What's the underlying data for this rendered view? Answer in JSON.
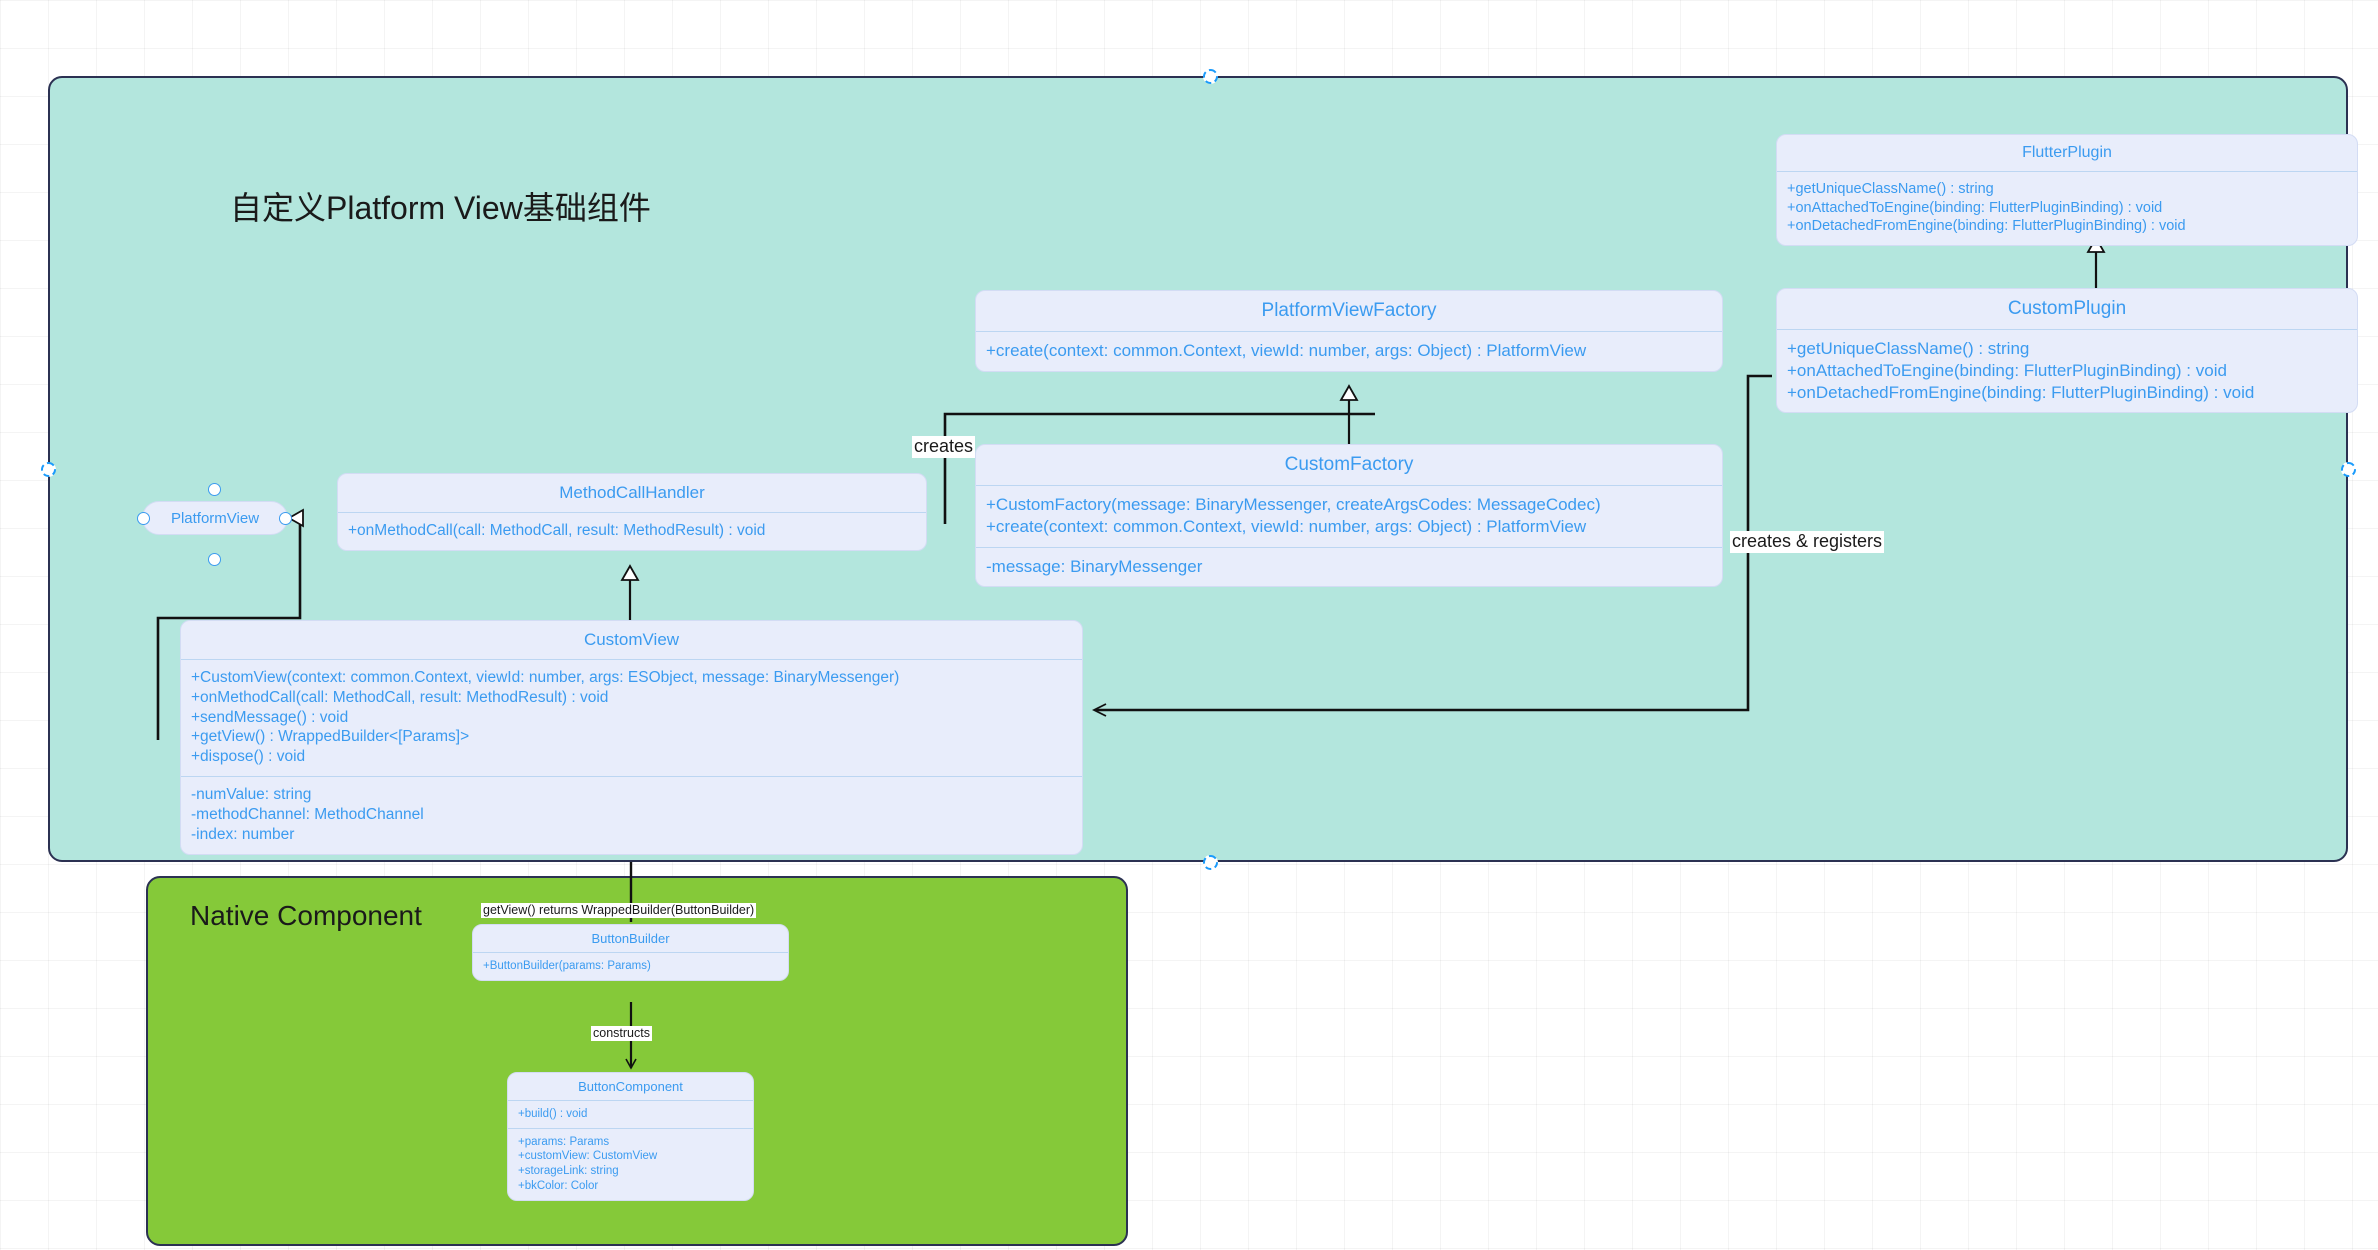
{
  "diagram": {
    "type": "uml-class-diagram",
    "containers": [
      {
        "name": "platform-view-container",
        "title": "自定义Platform  View基础组件",
        "color": "#b3e6dd",
        "border": "#2b3152",
        "selected": true
      },
      {
        "name": "native-component-container",
        "title": "Native Component",
        "color": "#85c939",
        "border": "#2b3152",
        "selected": false
      }
    ],
    "classes": {
      "flutter_plugin": {
        "title": "FlutterPlugin",
        "methods": [
          "+getUniqueClassName() : string",
          "+onAttachedToEngine(binding: FlutterPluginBinding) : void",
          "+onDetachedFromEngine(binding: FlutterPluginBinding) : void"
        ]
      },
      "custom_plugin": {
        "title": "CustomPlugin",
        "methods": [
          "+getUniqueClassName() : string",
          "+onAttachedToEngine(binding: FlutterPluginBinding) : void",
          "+onDetachedFromEngine(binding: FlutterPluginBinding) : void"
        ]
      },
      "platform_view_factory": {
        "title": "PlatformViewFactory",
        "methods": [
          "+create(context: common.Context, viewId: number, args: Object) : PlatformView"
        ]
      },
      "custom_factory": {
        "title": "CustomFactory",
        "methods": [
          "+CustomFactory(message: BinaryMessenger, createArgsCodes: MessageCodec)",
          "+create(context: common.Context, viewId: number, args: Object) : PlatformView"
        ],
        "fields": [
          "-message: BinaryMessenger"
        ]
      },
      "method_call_handler": {
        "title": "MethodCallHandler",
        "methods": [
          "+onMethodCall(call: MethodCall, result: MethodResult) : void"
        ]
      },
      "custom_view": {
        "title": "CustomView",
        "methods": [
          "+CustomView(context: common.Context, viewId: number, args: ESObject, message: BinaryMessenger)",
          "+onMethodCall(call: MethodCall, result: MethodResult) : void",
          "+sendMessage() : void",
          "+getView() : WrappedBuilder<[Params]>",
          "+dispose() : void"
        ],
        "fields": [
          "-numValue: string",
          "-methodChannel: MethodChannel",
          "-index: number"
        ]
      },
      "platform_view_interface": {
        "title": "PlatformView"
      },
      "button_builder": {
        "title": "ButtonBuilder",
        "methods": [
          "+ButtonBuilder(params: Params)"
        ]
      },
      "button_component": {
        "title": "ButtonComponent",
        "methods": [
          "+build() : void"
        ],
        "fields": [
          "+params: Params",
          "+customView: CustomView",
          "+storageLink: string",
          "+bkColor: Color"
        ]
      }
    },
    "edges": [
      {
        "name": "creates",
        "label": "creates",
        "from": "CustomFactory",
        "to": "PlatformViewFactory"
      },
      {
        "name": "creates-registers",
        "label": "creates & registers",
        "from": "CustomPlugin",
        "to": "CustomFactory"
      },
      {
        "name": "getview-returns",
        "label": "getView() returns WrappedBuilder(ButtonBuilder)",
        "from": "CustomView",
        "to": "ButtonBuilder"
      },
      {
        "name": "constructs",
        "label": "constructs",
        "from": "ButtonBuilder",
        "to": "ButtonComponent"
      }
    ],
    "colors": {
      "class_fill": "#e8edfb",
      "class_text": "#3b9bf0",
      "container_teal": "#b3e6dd",
      "container_green": "#85c939",
      "container_border": "#2b3152",
      "edge_stroke": "#111111",
      "handle_accent": "#1a9bfc"
    }
  }
}
